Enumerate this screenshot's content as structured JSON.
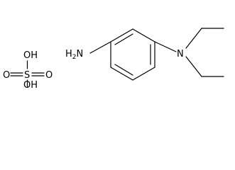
{
  "structure": {
    "sulfuric_acid": {
      "oh_top": "OH",
      "sulfur": "S",
      "oxygen_left": "O",
      "oxygen_right": "O",
      "oh_bottom": "OH"
    },
    "amine": {
      "amino_group": {
        "n": "N",
        "h": "H",
        "h_count": "2"
      },
      "nitrogen": "N"
    }
  }
}
